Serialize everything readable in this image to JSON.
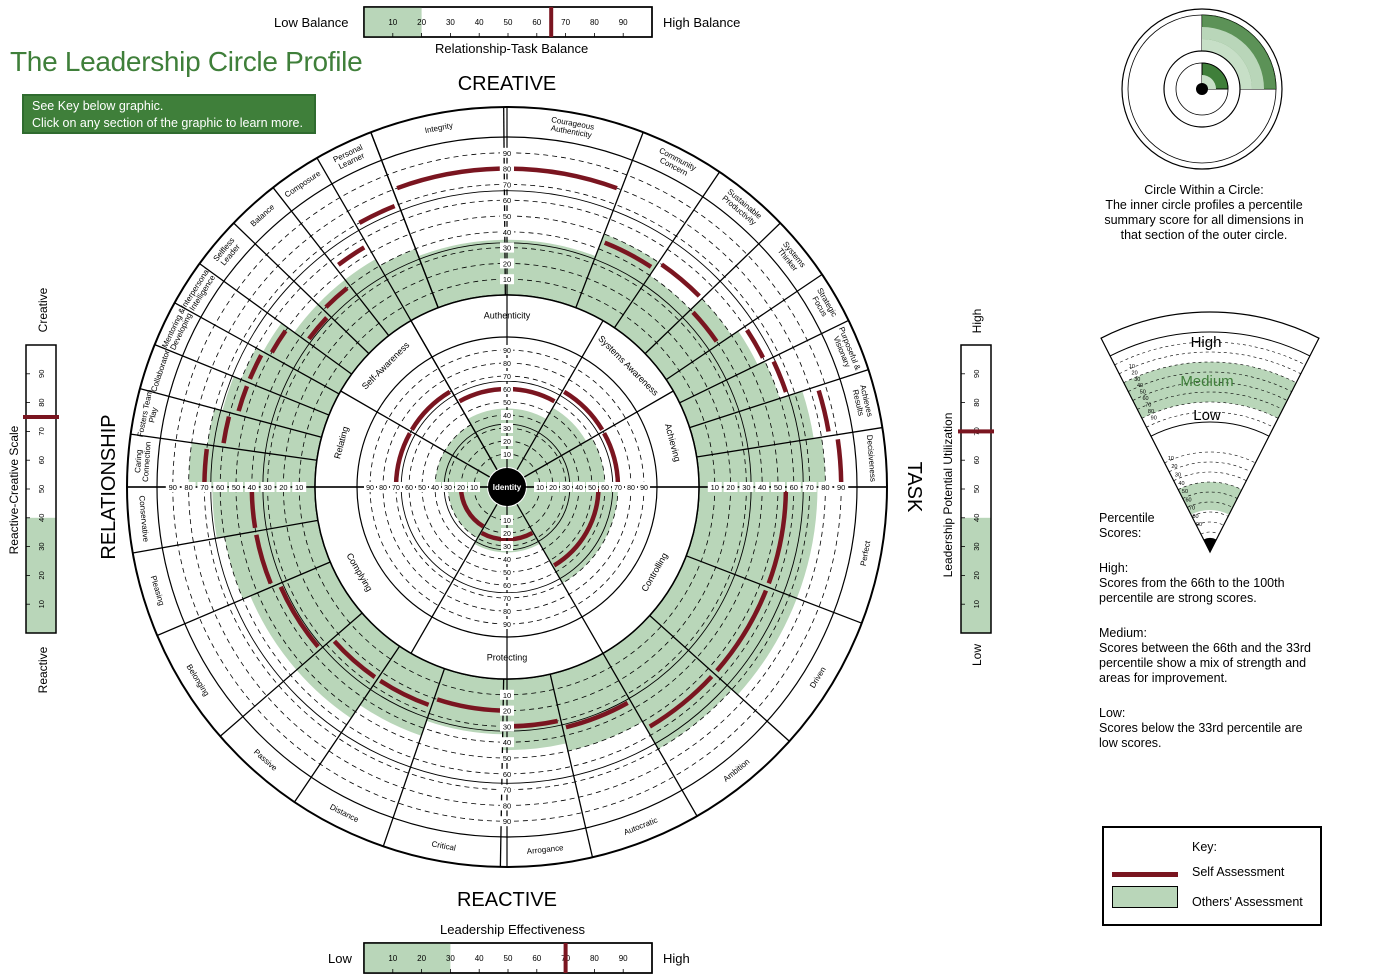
{
  "page_title": "The Leadership Circle Profile",
  "instructions": [
    "See Key below graphic.",
    "Click on any section of the graphic to learn more."
  ],
  "colors": {
    "self": "#7a1520",
    "others": "#b9d6b9",
    "brand_green": "#3f7f3a"
  },
  "top_scale": {
    "left_label": "Low Balance",
    "right_label": "High Balance",
    "caption": "Relationship-Task Balance",
    "ticks": [
      "10",
      "20",
      "30",
      "40",
      "50",
      "60",
      "70",
      "80",
      "90"
    ],
    "others_value": 20,
    "self_value": 65
  },
  "bottom_scale": {
    "title": "Leadership Effectiveness",
    "left_label": "Low",
    "right_label": "High",
    "ticks": [
      "10",
      "20",
      "30",
      "40",
      "50",
      "60",
      "70",
      "80",
      "90"
    ],
    "others_value": 30,
    "self_value": 70
  },
  "left_scale": {
    "title": "Reactive-Creative Scale",
    "top_label": "Creative",
    "bottom_label": "Reactive",
    "ticks": [
      "10",
      "20",
      "30",
      "40",
      "50",
      "60",
      "70",
      "80",
      "90"
    ],
    "others_value": 40,
    "self_value": 75
  },
  "right_scale": {
    "title": "Leadership Potential Utilization",
    "top_label": "High",
    "bottom_label": "Low",
    "ticks": [
      "10",
      "20",
      "30",
      "40",
      "50",
      "60",
      "70",
      "80",
      "90"
    ],
    "others_value": 40,
    "self_value": 70
  },
  "chart_data": {
    "type": "radial-percentile-circle",
    "quadrant_labels": {
      "top": "CREATIVE",
      "bottom": "REACTIVE",
      "left": "RELATIONSHIP",
      "right": "TASK"
    },
    "center_label": "Identity",
    "scale_ticks": [
      "10",
      "20",
      "30",
      "40",
      "50",
      "60",
      "70",
      "80",
      "90"
    ],
    "outer_dimensions": [
      {
        "name": "Integrity",
        "self": 80,
        "others": 35
      },
      {
        "name": "Courageous Authenticity",
        "self": 80,
        "others": 35
      },
      {
        "name": "Community Concern",
        "self": 45,
        "others": 50
      },
      {
        "name": "Sustainable Productivity",
        "self": 50,
        "others": 40
      },
      {
        "name": "Systems Thinker",
        "self": 40,
        "others": 50
      },
      {
        "name": "Strategic Focus",
        "self": 60,
        "others": 55
      },
      {
        "name": "Purposeful & Visionary",
        "self": 65,
        "others": 60
      },
      {
        "name": "Achieves Results",
        "self": 85,
        "others": 75
      },
      {
        "name": "Decisiveness",
        "self": 90,
        "others": 80
      },
      {
        "name": "Perfect",
        "self": 55,
        "others": 75
      },
      {
        "name": "Driven",
        "self": 55,
        "others": 75
      },
      {
        "name": "Ambition",
        "self": 55,
        "others": 70
      },
      {
        "name": "Autocratic",
        "self": 35,
        "others": 50
      },
      {
        "name": "Arrogance",
        "self": 30,
        "others": 45
      },
      {
        "name": "Critical",
        "self": 20,
        "others": 35
      },
      {
        "name": "Distance",
        "self": 25,
        "others": 45
      },
      {
        "name": "Passive",
        "self": 25,
        "others": 55
      },
      {
        "name": "Belonging",
        "self": 35,
        "others": 55
      },
      {
        "name": "Pleasing",
        "self": 40,
        "others": 60
      },
      {
        "name": "Conservative",
        "self": 40,
        "others": 65
      },
      {
        "name": "Caring Connection",
        "self": 70,
        "others": 80
      },
      {
        "name": "Fosters Team Play",
        "self": 60,
        "others": 70
      },
      {
        "name": "Collaborator",
        "self": 55,
        "others": 65
      },
      {
        "name": "Mentoring & Developing",
        "self": 55,
        "others": 60
      },
      {
        "name": "Interpersonal Intelligence",
        "self": 50,
        "others": 55
      },
      {
        "name": "Selfless Leader",
        "self": 35,
        "others": 45
      },
      {
        "name": "Balance",
        "self": 40,
        "others": 45
      },
      {
        "name": "Composure",
        "self": 55,
        "others": 45
      },
      {
        "name": "Personal Learner",
        "self": 70,
        "others": 40
      }
    ],
    "inner_dimensions": [
      {
        "name": "Authenticity",
        "self": 60,
        "others": 45
      },
      {
        "name": "Systems Awareness",
        "self": 70,
        "others": 55
      },
      {
        "name": "Achieving",
        "self": 70,
        "others": 60
      },
      {
        "name": "Controlling",
        "self": 55,
        "others": 70
      },
      {
        "name": "Protecting",
        "self": 25,
        "others": 35
      },
      {
        "name": "Complying",
        "self": 20,
        "others": 30
      },
      {
        "name": "Relating",
        "self": 70,
        "others": 40
      },
      {
        "name": "Self-Awareness",
        "self": 70,
        "others": 40
      }
    ]
  },
  "legend": {
    "circle_title": "Circle Within a Circle:",
    "circle_text": [
      "The inner circle profiles a percentile",
      "summary score for all dimensions in",
      "that section of the outer circle."
    ],
    "levels": [
      "High",
      "Medium",
      "Low"
    ],
    "percentile_title": [
      "Percentile",
      "Scores:"
    ],
    "high_title": "High:",
    "high_text": [
      "Scores from the 66th to the 100th",
      "percentile are strong scores."
    ],
    "medium_title": "Medium:",
    "medium_text": [
      "Scores between the 66th and the 33rd",
      "percentile show a mix of strength and",
      "areas for improvement."
    ],
    "low_title": "Low:",
    "low_text": [
      "Scores below the 33rd percentile are",
      "low scores."
    ],
    "key_title": "Key:",
    "key_self": "Self Assessment",
    "key_others": "Others' Assessment"
  }
}
